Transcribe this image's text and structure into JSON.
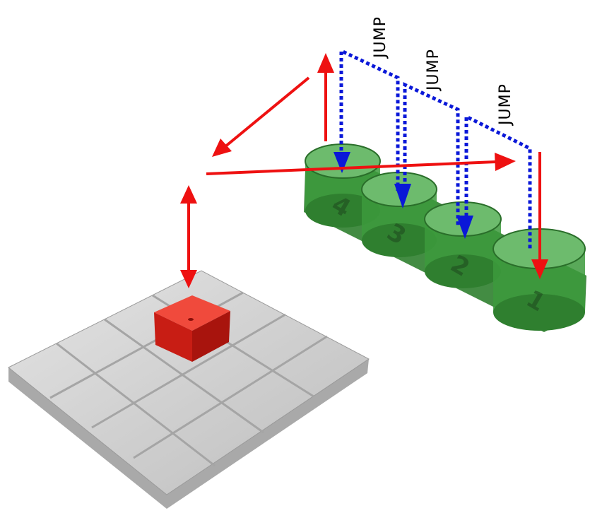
{
  "labels": {
    "jump_1": "JUMP",
    "jump_2": "JUMP",
    "jump_3": "JUMP"
  },
  "cups": [
    "4",
    "3",
    "2",
    "1"
  ],
  "colors": {
    "red_arrow": "#ee1111",
    "blue_path": "#0a18d8",
    "green_tray": "#2e8b2e",
    "board": "#c8c8c8",
    "piece": "#d9261c"
  }
}
